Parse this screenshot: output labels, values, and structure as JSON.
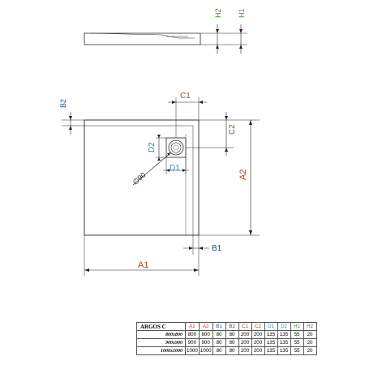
{
  "colors": {
    "line": "#222222",
    "A": "#c0392b",
    "B": "#1f4e9c",
    "C": "#8b5a2b",
    "D": "#2e8bc0",
    "H": "#3a8a2a"
  },
  "labels": {
    "h2": "H2",
    "h1": "H1",
    "b2": "B2",
    "c1": "C1",
    "c2": "C2",
    "d2": "D2",
    "d1": "D1",
    "dia": "∅90",
    "a2": "A2",
    "a1": "A1",
    "b1": "B1"
  },
  "table": {
    "model": "ARGOS C",
    "columns": [
      {
        "label": "A1",
        "color": "#c0392b"
      },
      {
        "label": "A2",
        "color": "#c0392b"
      },
      {
        "label": "B1",
        "color": "#1f4e9c"
      },
      {
        "label": "B2",
        "color": "#1f4e9c"
      },
      {
        "label": "C1",
        "color": "#8b5a2b"
      },
      {
        "label": "C2",
        "color": "#8b5a2b"
      },
      {
        "label": "D1",
        "color": "#2e8bc0"
      },
      {
        "label": "D2",
        "color": "#2e8bc0"
      },
      {
        "label": "H1",
        "color": "#3a8a2a"
      },
      {
        "label": "H2",
        "color": "#3a8a2a"
      }
    ],
    "rows": [
      {
        "label": "800x800",
        "values": [
          "800",
          "800",
          "80",
          "80",
          "200",
          "200",
          "135",
          "135",
          "55",
          "20"
        ]
      },
      {
        "label": "900x900",
        "values": [
          "900",
          "900",
          "80",
          "80",
          "200",
          "200",
          "135",
          "135",
          "55",
          "20"
        ]
      },
      {
        "label": "1000x1000",
        "values": [
          "1000",
          "1000",
          "80",
          "80",
          "200",
          "200",
          "135",
          "135",
          "55",
          "20"
        ]
      }
    ]
  }
}
